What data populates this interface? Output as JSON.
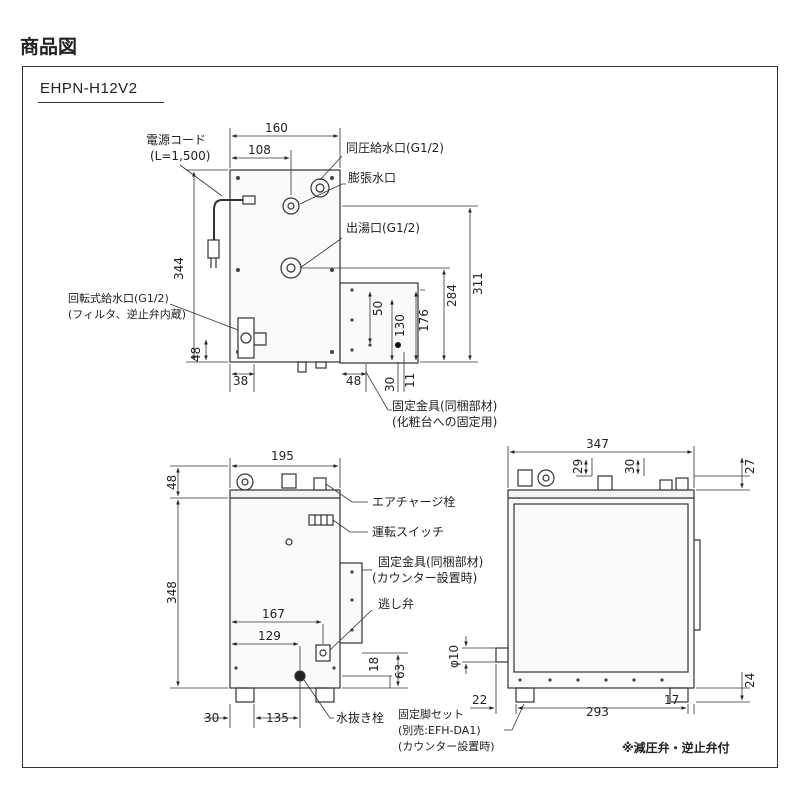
{
  "title": "商品図",
  "model": "EHPN-H12V2",
  "footnote": "※減圧弁・逆止弁付",
  "top_view": {
    "labels": {
      "power_cord": "電源コード",
      "power_cord_len": "(L=1,500)",
      "same_pressure_inlet": "同圧給水口(G1/2)",
      "expansion_outlet": "膨張水口",
      "hot_outlet": "出湯口(G1/2)",
      "rotary_inlet": "回転式給水口(G1/2)",
      "rotary_inlet_note": "(フィルタ、逆止弁内蔵)",
      "bracket": "固定金具(同梱部材)",
      "bracket_note": "(化粧台への固定用)"
    },
    "dims": {
      "d160": "160",
      "d108": "108",
      "d344": "344",
      "d311": "311",
      "d284": "284",
      "d176": "176",
      "d130": "130",
      "d50": "50",
      "d48_left": "48",
      "d38": "38",
      "d48_bottom": "48",
      "d30": "30",
      "d11": "11"
    }
  },
  "front_view": {
    "labels": {
      "air_charge": "エアチャージ栓",
      "run_switch": "運転スイッチ",
      "bracket": "固定金具(同梱部材)",
      "bracket_note": "(カウンター設置時)",
      "relief_valve": "逃し弁",
      "drain_plug": "水抜き栓"
    },
    "dims": {
      "d195": "195",
      "d48": "48",
      "d348": "348",
      "d167": "167",
      "d129": "129",
      "d18": "18",
      "d63": "63",
      "d30": "30",
      "d135": "135"
    }
  },
  "side_view": {
    "labels": {
      "leg_set": "固定脚セット",
      "leg_set_sold": "(別売:EFH-DA1)",
      "leg_set_note": "(カウンター設置時)"
    },
    "dims": {
      "d347": "347",
      "d29": "29",
      "d30": "30",
      "d27": "27",
      "phi10": "φ10",
      "d22": "22",
      "d293": "293",
      "d17": "17",
      "d24": "24"
    }
  }
}
